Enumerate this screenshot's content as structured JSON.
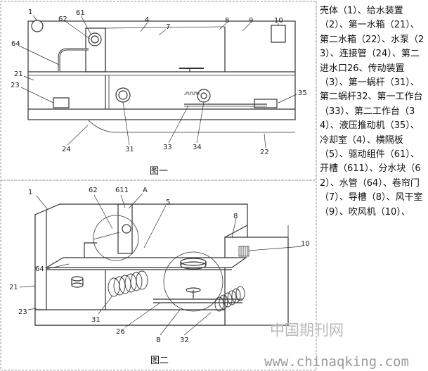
{
  "fig1": {
    "caption": "图一",
    "labels": [
      "1",
      "61",
      "62",
      "4",
      "7",
      "8",
      "9",
      "10",
      "64",
      "21",
      "23",
      "35",
      "31",
      "33",
      "34",
      "24",
      "22"
    ]
  },
  "fig2": {
    "caption": "图二",
    "labels": [
      "1",
      "62",
      "611",
      "A",
      "5",
      "8",
      "10",
      "64",
      "21",
      "23",
      "31",
      "26",
      "B",
      "32"
    ]
  },
  "legend_text": "壳体（1）、给水装置（2）、第一水箱（21）、第二水箱（22）、水泵（23）、连接管（24）、第二进水口26、传动装置（3）、第一蜗杆（31）、第二蜗杆32、第一工作台（33）、第二工作台（34）、液压推动机（35）、冷却室（4）、横隔板（5）、驱动组件（61）、开槽（611）、分水块（62）、水管（64）、卷帘门（7）、导槽（8）、风干室（9）、吹风机（10）、",
  "watermark": {
    "cn": "中国期刊网",
    "url": "www.chinaqking.com"
  },
  "colors": {
    "line": "#333333",
    "frame": "#9a9a9a",
    "watermark": "#a6a6a6"
  }
}
